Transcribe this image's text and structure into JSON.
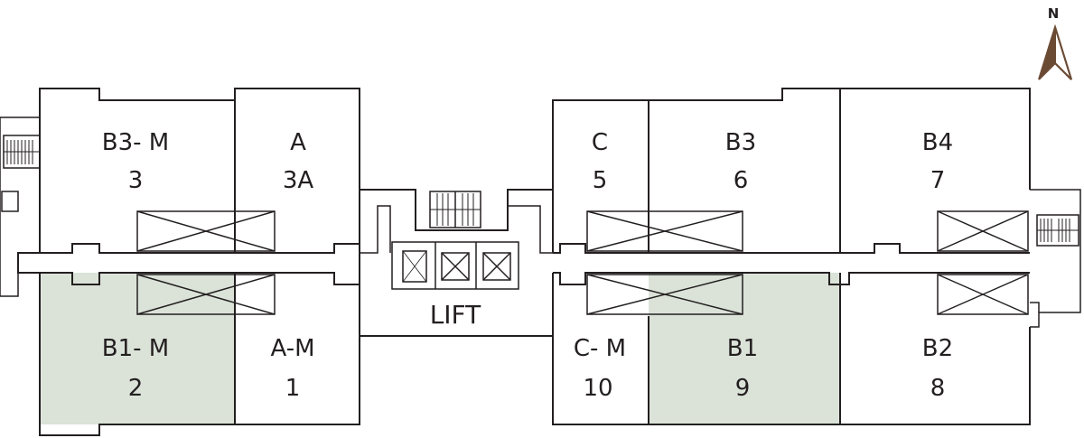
{
  "north_label": "N",
  "lift_label": "LIFT",
  "colors": {
    "line": "#231f20",
    "highlight": "#dbe3d9",
    "arrow": "#6b4a34",
    "background": "#ffffff"
  },
  "units": [
    {
      "id": "unit-3",
      "type": "B3- M",
      "number": "3",
      "highlighted": false
    },
    {
      "id": "unit-3a",
      "type": "A",
      "number": "3A",
      "highlighted": false
    },
    {
      "id": "unit-5",
      "type": "C",
      "number": "5",
      "highlighted": false
    },
    {
      "id": "unit-6",
      "type": "B3",
      "number": "6",
      "highlighted": false
    },
    {
      "id": "unit-7",
      "type": "B4",
      "number": "7",
      "highlighted": false
    },
    {
      "id": "unit-2",
      "type": "B1- M",
      "number": "2",
      "highlighted": true
    },
    {
      "id": "unit-1",
      "type": "A-M",
      "number": "1",
      "highlighted": false
    },
    {
      "id": "unit-10",
      "type": "C- M",
      "number": "10",
      "highlighted": false
    },
    {
      "id": "unit-9",
      "type": "B1",
      "number": "9",
      "highlighted": true
    },
    {
      "id": "unit-8",
      "type": "B2",
      "number": "8",
      "highlighted": false
    }
  ]
}
